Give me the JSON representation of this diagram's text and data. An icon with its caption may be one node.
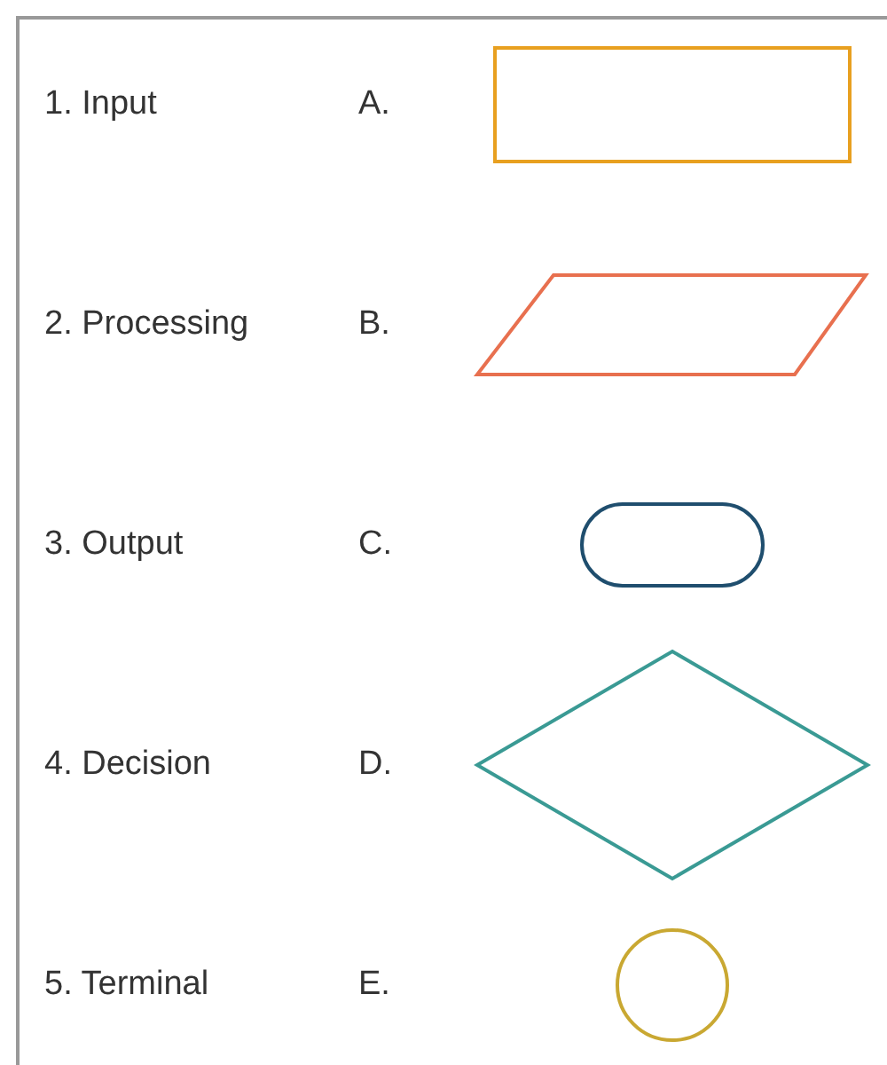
{
  "diagram": {
    "nodes": [
      {
        "text": [],
        "shape": "box"
      },
      {
        "text": [],
        "shape": "parallelogram"
      },
      {
        "text": [],
        "shape": "rounded-box"
      },
      {
        "text": [],
        "shape": "diamond"
      },
      {
        "text": [],
        "shape": "circle"
      }
    ],
    "labels": [
      "1. Input",
      "A.",
      "2. Processing",
      "B.",
      "3. Output",
      "C.",
      "4. Decision",
      "D.",
      "5. Terminal",
      "E."
    ]
  }
}
